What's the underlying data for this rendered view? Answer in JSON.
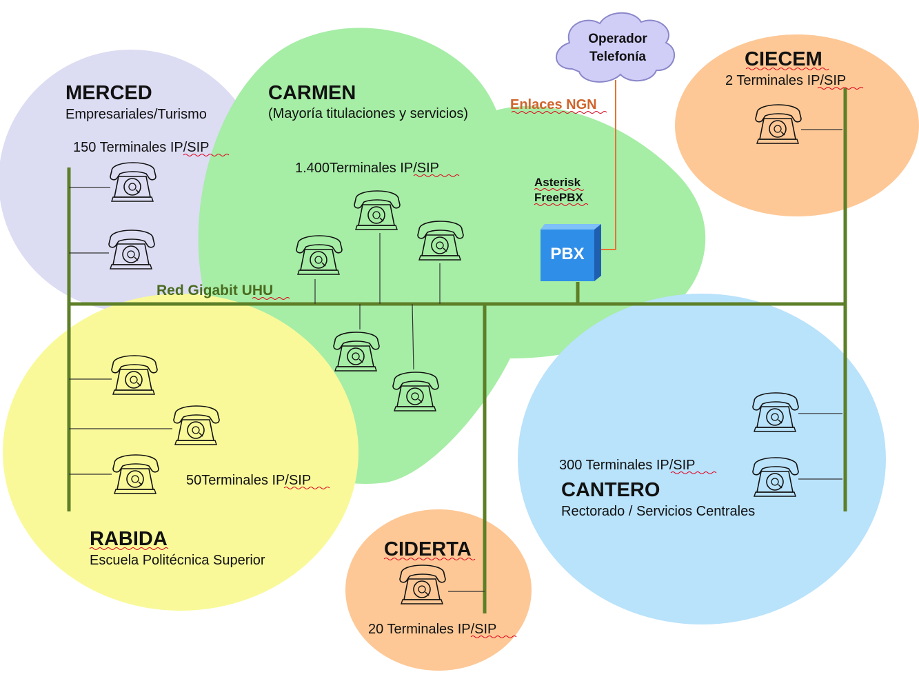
{
  "sites": {
    "merced": {
      "name": "MERCED",
      "description": "Empresariales/Turismo",
      "terminals": "150 Terminales IP/SIP",
      "color": "#dcdcf3"
    },
    "carmen": {
      "name": "CARMEN",
      "description": "(Mayoría titulaciones y servicios)",
      "terminals": "1.400Terminales IP/SIP",
      "color": "#a6eda6"
    },
    "ciecem": {
      "name": "CIECEM",
      "terminals": "2 Terminales IP/SIP",
      "color": "#fdc896"
    },
    "rabida": {
      "name": "RABIDA",
      "description": "Escuela Politécnica Superior",
      "terminals": "50Terminales IP/SIP",
      "color": "#f9f99a"
    },
    "ciderta": {
      "name": "CIDERTA",
      "terminals": "20 Terminales IP/SIP",
      "color": "#fdc896"
    },
    "cantero": {
      "name": "CANTERO",
      "description": "Rectorado / Servicios Centrales",
      "terminals": "300 Terminales IP/SIP",
      "color": "#b9e2fb"
    }
  },
  "network": {
    "label": "Red Gigabit UHU",
    "color": "#5d7f27"
  },
  "pbx": {
    "label": "PBX",
    "software_line1": "Asterisk",
    "software_line2": "FreePBX",
    "color": "#2f8ee8"
  },
  "operator": {
    "line1": "Operador",
    "line2": "Telefonía",
    "color": "#d0cdf7"
  },
  "links": {
    "label": "Enlaces NGN",
    "color": "#e57333"
  },
  "icons": {
    "phone": "telephone-icon",
    "cloud": "cloud-icon",
    "server": "pbx-cube-icon"
  }
}
